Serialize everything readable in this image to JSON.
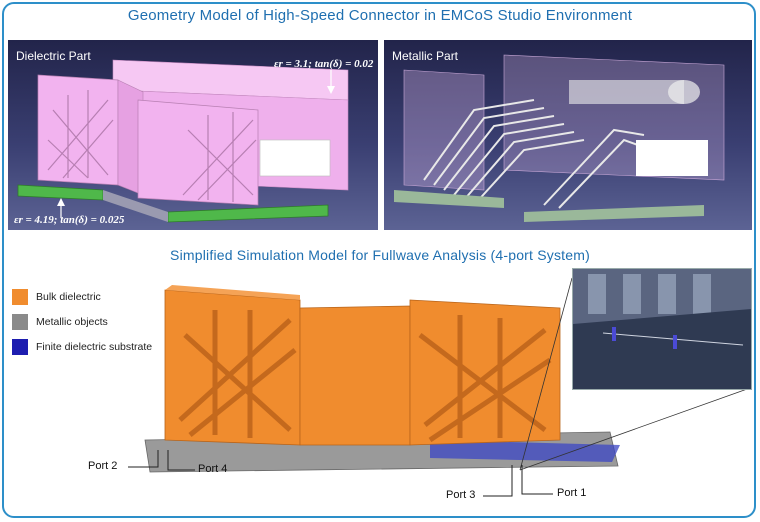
{
  "titles": {
    "top": "Geometry Model of High-Speed Connector in EMCoS Studio Environment",
    "middle": "Simplified Simulation Model for Fullwave Analysis (4-port System)"
  },
  "panels": {
    "dielectric_label": "Dielectric Part",
    "metallic_label": "Metallic Part",
    "annotation_top": "εr = 3.1; tan(δ) = 0.02",
    "annotation_bottom": "εr = 4.19; tan(δ) = 0.025"
  },
  "legend": [
    {
      "label": "Bulk dielectric",
      "color": "#f08c2e"
    },
    {
      "label": "Metallic objects",
      "color": "#8a8a8a"
    },
    {
      "label": "Finite dielectric substrate",
      "color": "#1d1db0"
    }
  ],
  "ports": {
    "port1": "Port 1",
    "port2": "Port 2",
    "port3": "Port 3",
    "port4": "Port 4"
  },
  "colors": {
    "accent": "#1f6fb0",
    "frame": "#2d8fc9",
    "dielectric_pink": "#f2b3ef",
    "substrate_green": "#4fb84a",
    "bulk_orange": "#f08c2e"
  }
}
